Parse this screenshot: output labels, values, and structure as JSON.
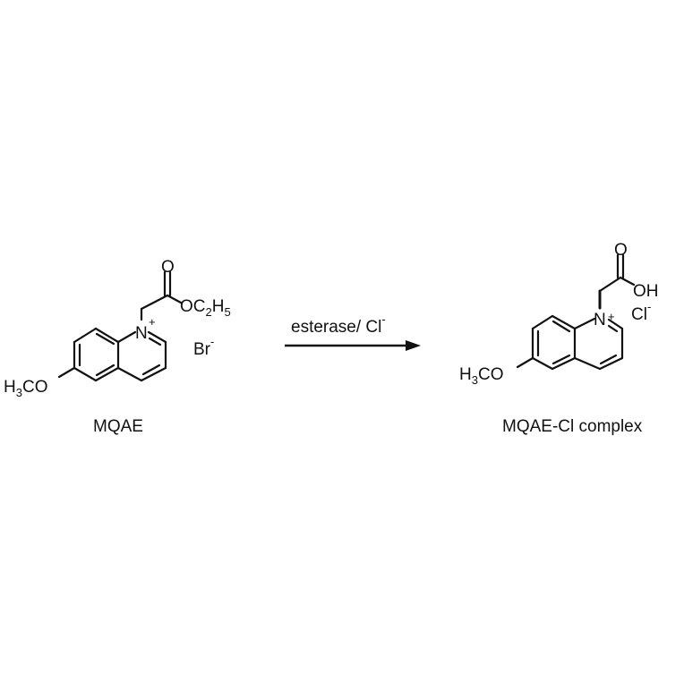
{
  "reactant": {
    "name": "MQAE",
    "substituent_methoxy": {
      "main": "H",
      "sub": "3",
      "rest": "CO"
    },
    "nitrogen": "N",
    "charge": "+",
    "carbonyl_oxygen": "O",
    "ester_group": {
      "o": "OC",
      "sub1": "2",
      "h": "H",
      "sub2": "5"
    },
    "counterion": {
      "symbol": "Br",
      "charge": "-"
    }
  },
  "reaction": {
    "conditions": "esterase/ Cl",
    "conditions_charge": "-",
    "arrow": "right-arrow"
  },
  "product": {
    "name": "MQAE-Cl complex",
    "substituent_methoxy": {
      "main": "H",
      "sub": "3",
      "rest": "CO"
    },
    "nitrogen": "N",
    "charge": "+",
    "carbonyl_oxygen": "O",
    "acid_group": "OH",
    "counterion": {
      "symbol": "Cl",
      "charge": "-"
    }
  }
}
